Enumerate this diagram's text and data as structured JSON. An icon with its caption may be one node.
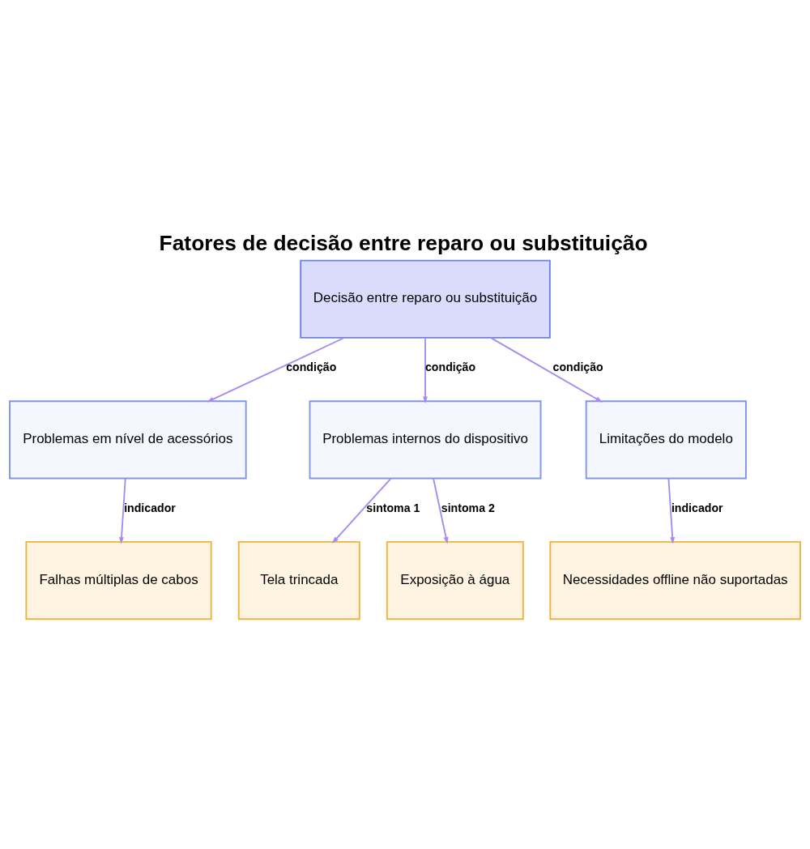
{
  "diagram": {
    "title": "Fatores de decisão entre reparo ou substituição",
    "nodes": [
      {
        "text": [
          "Decisão entre reparo ou substituição"
        ]
      },
      {
        "text": [
          "Problemas em nível de acessórios"
        ]
      },
      {
        "text": [
          "Problemas internos do dispositivo"
        ]
      },
      {
        "text": [
          "Limitações do modelo"
        ]
      },
      {
        "text": [
          "Falhas múltiplas de cabos"
        ]
      },
      {
        "text": [
          "Tela trincada"
        ]
      },
      {
        "text": [
          "Exposição à água"
        ]
      },
      {
        "text": [
          "Necessidades offline não suportadas"
        ]
      }
    ],
    "edges": [
      {
        "from": 0,
        "to": 1,
        "arrow": "to",
        "label": "condição"
      },
      {
        "from": 0,
        "to": 2,
        "arrow": "to",
        "label": "condição"
      },
      {
        "from": 0,
        "to": 3,
        "arrow": "to",
        "label": "condição"
      },
      {
        "from": 1,
        "to": 4,
        "arrow": "to",
        "label": "indicador"
      },
      {
        "from": 2,
        "to": 5,
        "arrow": "to",
        "label": "sintoma 1"
      },
      {
        "from": 2,
        "to": 6,
        "arrow": "to",
        "label": "sintoma 2"
      },
      {
        "from": 3,
        "to": 7,
        "arrow": "to",
        "label": "indicador"
      }
    ]
  }
}
